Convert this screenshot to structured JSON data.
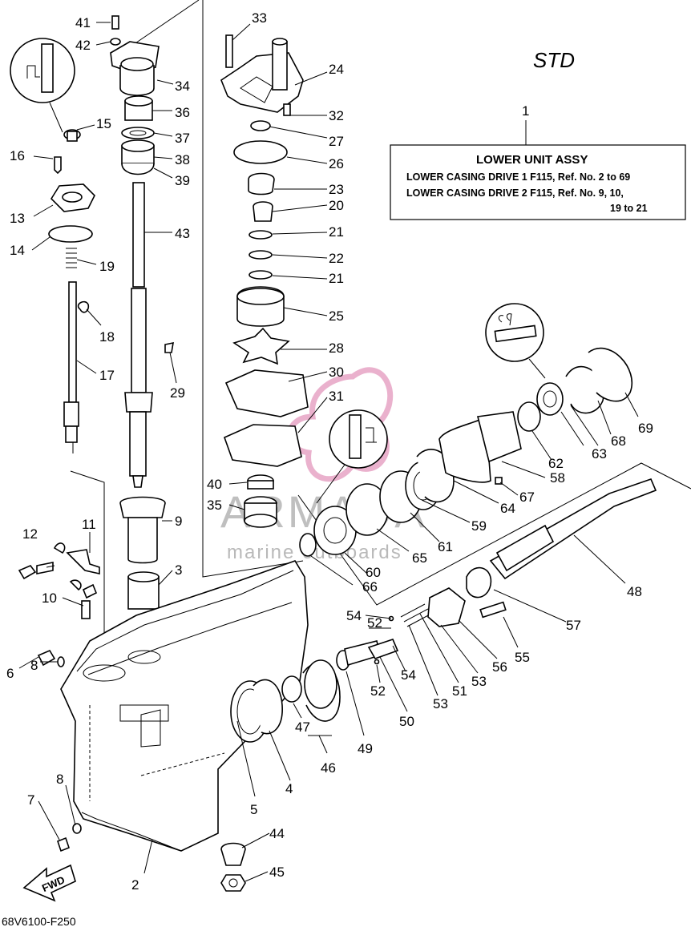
{
  "std_label": "STD",
  "info_box": {
    "ref_number": "1",
    "title": "LOWER UNIT ASSY",
    "line1": "LOWER CASING DRIVE 1 F115,  Ref. No. 2 to 69",
    "line2": "LOWER CASING DRIVE 2 F115,  Ref. No. 9, 10,",
    "line3": "19 to 21"
  },
  "diagram_code": "68V6100-F250",
  "fwd_label": "FWD",
  "watermark": {
    "brand": "ARMADA",
    "tagline": "marine outboards",
    "accent_color": "#e8a8c8",
    "text_color": "#8a8a8a"
  },
  "part_labels": [
    "41",
    "42",
    "34",
    "36",
    "37",
    "38",
    "39",
    "43",
    "15",
    "16",
    "13",
    "14",
    "19",
    "18",
    "17",
    "29",
    "33",
    "24",
    "32",
    "27",
    "26",
    "23",
    "20",
    "21",
    "22",
    "21",
    "25",
    "28",
    "30",
    "31",
    "9",
    "3",
    "40",
    "35",
    "12",
    "11",
    "10",
    "6",
    "8",
    "7",
    "8",
    "2",
    "5",
    "4",
    "47",
    "46",
    "49",
    "44",
    "45",
    "50",
    "52",
    "52",
    "54",
    "54",
    "53",
    "51",
    "53",
    "56",
    "55",
    "57",
    "48",
    "60",
    "61",
    "65",
    "66",
    "59",
    "64",
    "58",
    "62",
    "63",
    "67",
    "68",
    "69"
  ],
  "insets": [
    {
      "name": "grease-symbol-a"
    },
    {
      "name": "grease-symbol-b"
    },
    {
      "name": "grease-symbol-c"
    }
  ]
}
